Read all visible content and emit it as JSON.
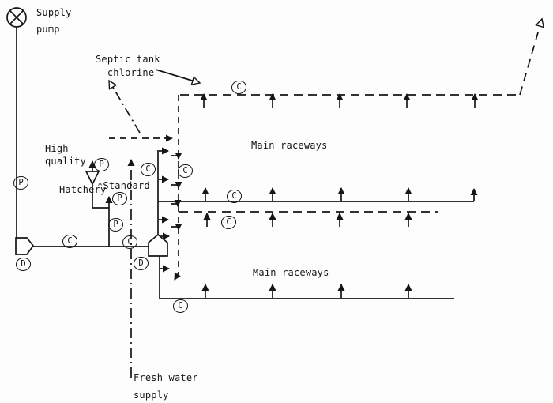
{
  "labels": {
    "supply_pump": "Supply\npump",
    "septic_tank_chlorine": "Septic tank\n  chlorine",
    "high_quality": "High\nquality",
    "hatchery": "Hatchery",
    "standard": "*Standard",
    "main_raceways_top": "Main raceways",
    "main_raceways_bottom": "Main raceways",
    "fresh_water_supply": "Fresh water\nsupply"
  },
  "point_markers": {
    "pressure_gauge": "P",
    "chlorine_point": "C",
    "drain_point": "D"
  },
  "symbols": {
    "supply_pump_icon": "circle-with-x",
    "flow_arrow_icon": "filled-arrowhead",
    "outflow_arrow_icon": "open-arrowhead",
    "valve_icon": "pentagon-box",
    "hatchery_inlet_icon": "open-funnel"
  },
  "colors": {
    "ink": "#161616",
    "background": "#fdfdfd"
  }
}
